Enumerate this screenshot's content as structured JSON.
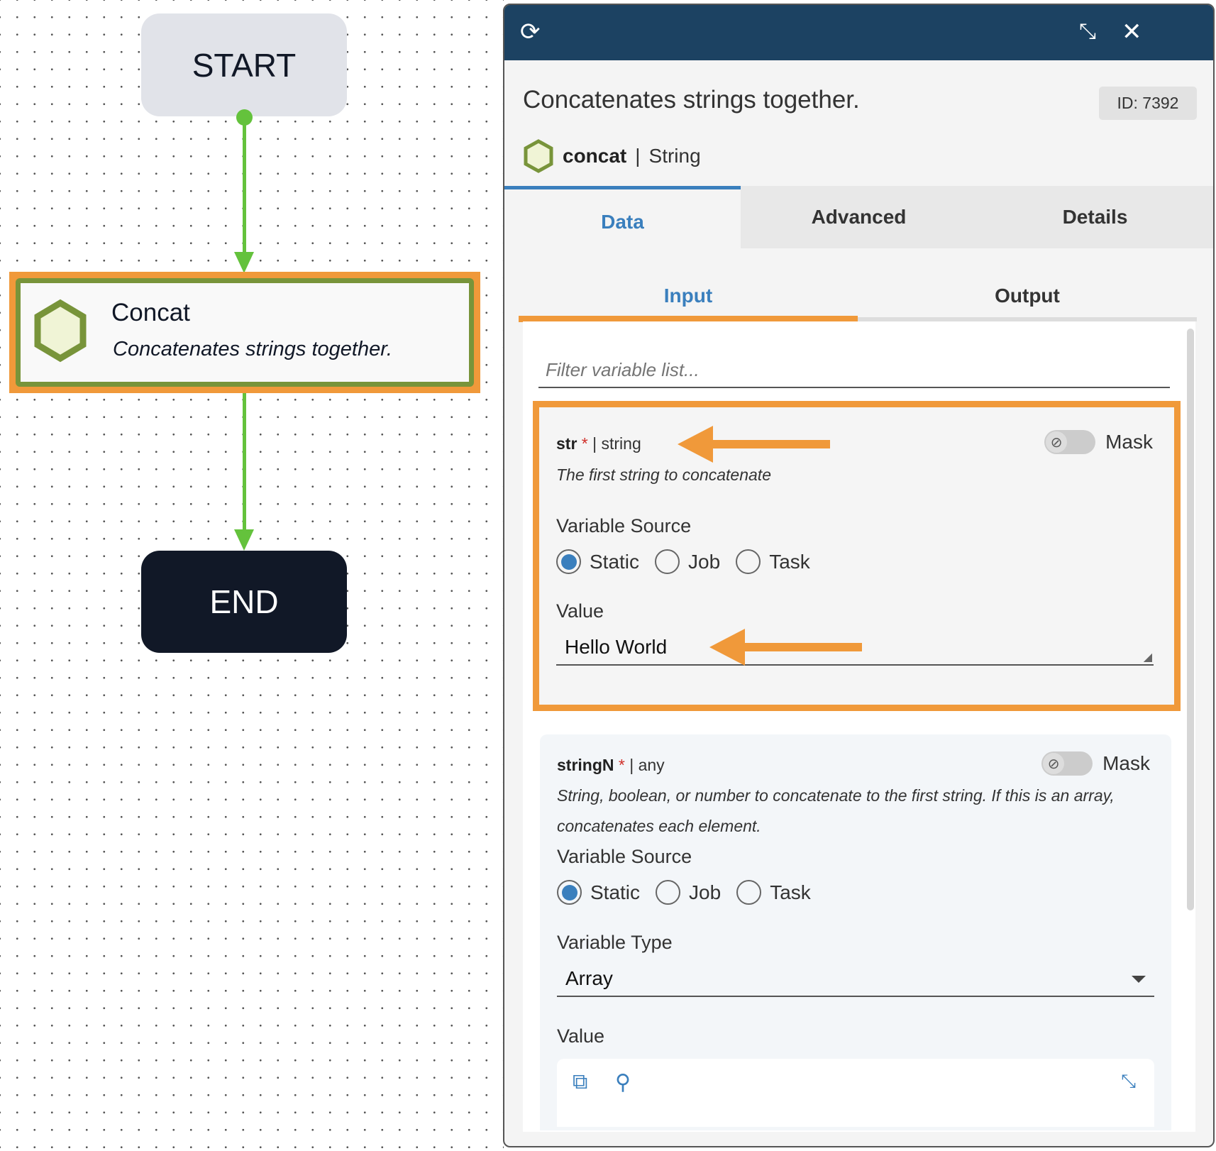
{
  "canvas": {
    "start_label": "START",
    "end_label": "END",
    "node": {
      "name": "Concat",
      "description": "Concatenates strings together."
    }
  },
  "panel": {
    "title": "Concatenates strings together.",
    "id_badge": "ID: 7392",
    "task_name": "concat",
    "separator": "|",
    "task_category": "String",
    "tabs": [
      {
        "label": "Data"
      },
      {
        "label": "Advanced"
      },
      {
        "label": "Details"
      }
    ],
    "subtabs": [
      {
        "label": "Input"
      },
      {
        "label": "Output"
      }
    ],
    "filter_placeholder": "Filter variable list...",
    "variables": [
      {
        "name": "str",
        "required": "*",
        "type": "| string",
        "description": "The first string to concatenate",
        "mask_label": "Mask",
        "source_label": "Variable Source",
        "sources": [
          "Static",
          "Job",
          "Task"
        ],
        "selected_source": "Static",
        "value_label": "Value",
        "value": "Hello World"
      },
      {
        "name": "stringN",
        "required": "*",
        "type": "| any",
        "description": "String, boolean, or number to concatenate to the first string. If this is an array, concatenates each element.",
        "mask_label": "Mask",
        "source_label": "Variable Source",
        "sources": [
          "Static",
          "Job",
          "Task"
        ],
        "selected_source": "Static",
        "type_label": "Variable Type",
        "variable_type": "Array",
        "value_label": "Value"
      }
    ]
  },
  "colors": {
    "header": "#1c4262",
    "accent": "#3a7fbd",
    "highlight": "#f0993a",
    "edge": "#64c23c",
    "node_border": "#78943a"
  }
}
